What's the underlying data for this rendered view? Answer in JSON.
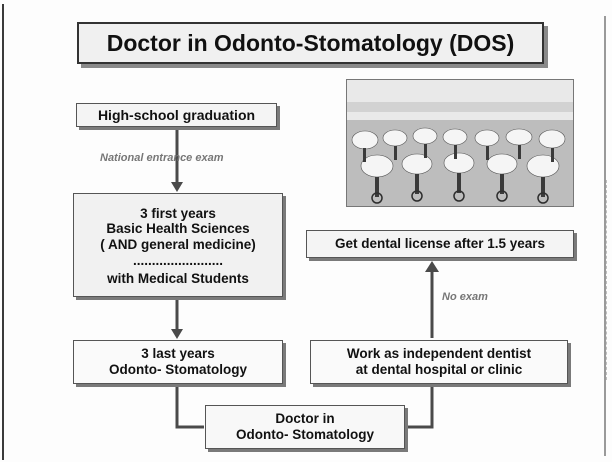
{
  "title": "Doctor in Odonto-Stomatology (DOS)",
  "nodes": {
    "high_school": "High-school graduation",
    "first_years": {
      "line1": "3 first years",
      "line2": "Basic Health Sciences",
      "line3": "( AND general medicine)",
      "dots": "........................",
      "line4": "with Medical Students"
    },
    "last_years": {
      "line1": "3 last years",
      "line2": "Odonto- Stomatology"
    },
    "doctor": {
      "line1": "Doctor in",
      "line2": "Odonto- Stomatology"
    },
    "work": {
      "line1": "Work as independent dentist",
      "line2": "at dental hospital or clinic"
    },
    "license": "Get dental license after 1.5 years"
  },
  "edge_labels": {
    "entrance_exam": "National entrance exam",
    "no_exam": "No exam"
  },
  "photo": {
    "icon": "dental-classroom-photo"
  }
}
